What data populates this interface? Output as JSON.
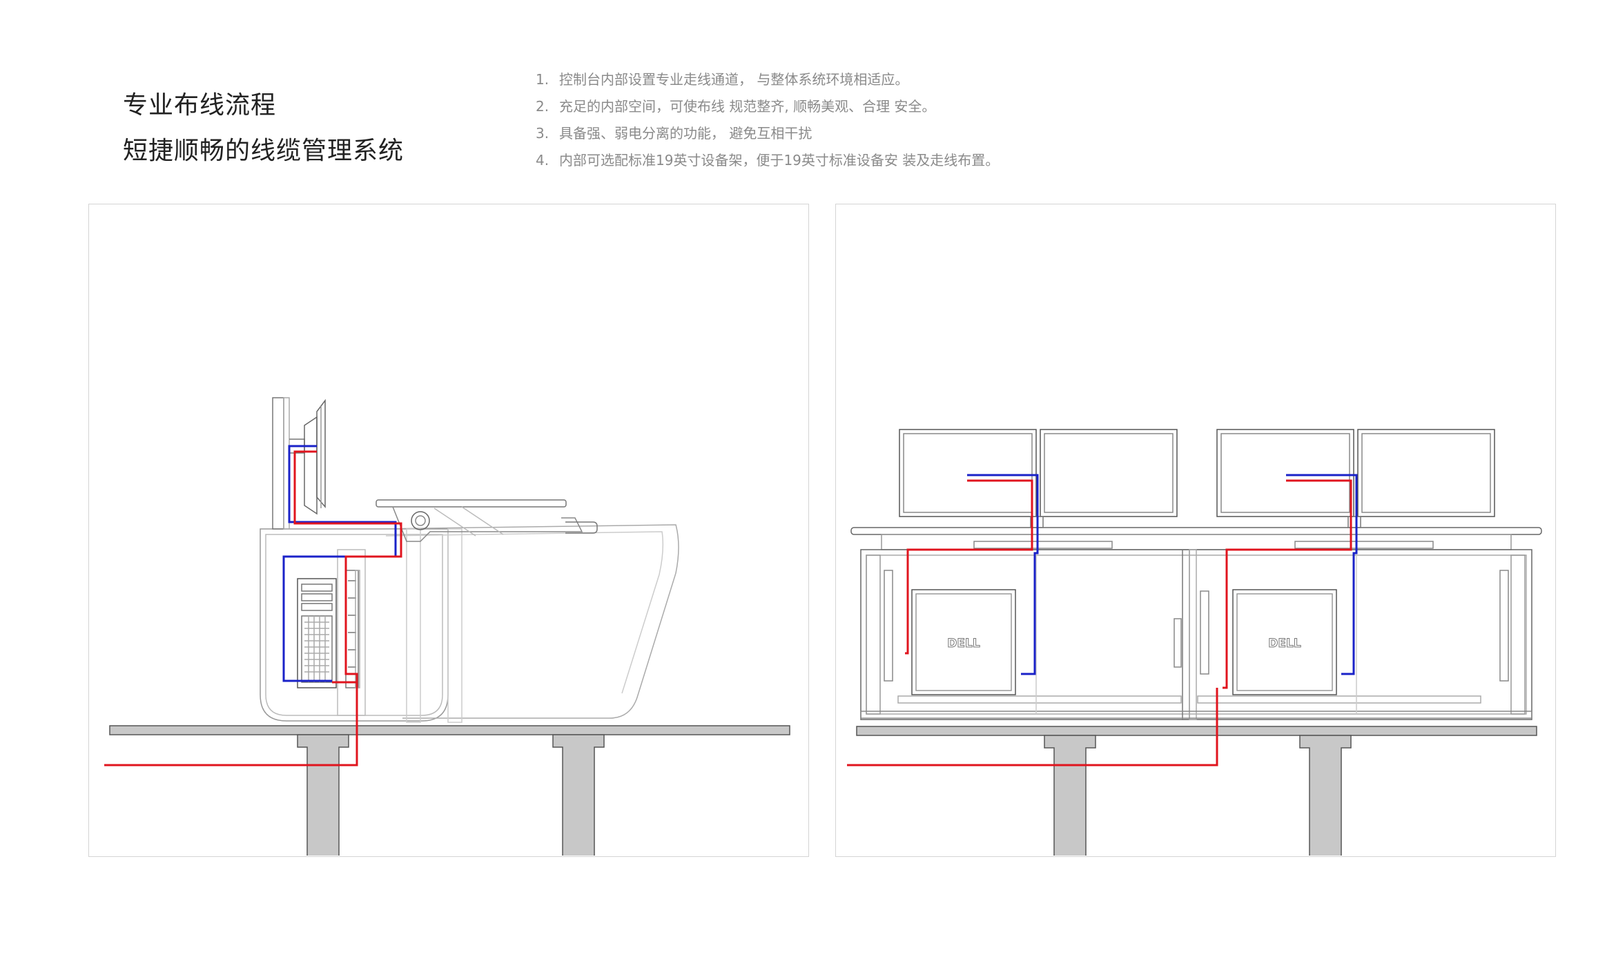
{
  "header": {
    "title": "专业布线流程",
    "subtitle": "短捷顺畅的线缆管理系统"
  },
  "features": [
    {
      "num": "1.",
      "text": "控制台内部设置专业走线通道， 与整体系统环境相适应。"
    },
    {
      "num": "2.",
      "text": "充足的内部空间，可使布线 规范整齐, 顺畅美观、合理 安全。"
    },
    {
      "num": "3.",
      "text": "具备强、弱电分离的功能， 避免互相干扰"
    },
    {
      "num": "4.",
      "text": "内部可选配标准19英寸设备架，便于19英寸标准设备安 装及走线布置。"
    }
  ],
  "diagrams": {
    "right": {
      "brand_label": "DELL"
    }
  },
  "colors": {
    "power_cable": "#e0141e",
    "signal_cable": "#1a22c8",
    "floor_fill": "#c8c8c8",
    "line_art": "#3c3c3c"
  }
}
